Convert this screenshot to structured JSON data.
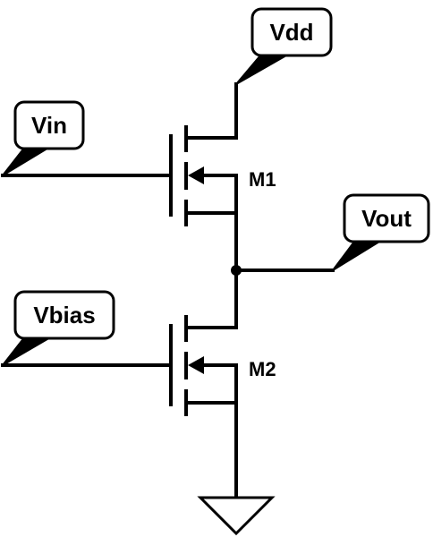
{
  "title": "",
  "net_labels": {
    "vdd": "Vdd",
    "vin": "Vin",
    "vout": "Vout",
    "vbias": "Vbias"
  },
  "devices": {
    "m1": "M1",
    "m2": "M2"
  },
  "symbols": {
    "ground": "ground-symbol",
    "junction": "junction-dot"
  },
  "colors": {
    "ink": "#000000",
    "background": "#ffffff"
  }
}
